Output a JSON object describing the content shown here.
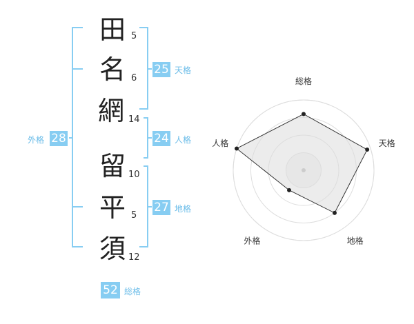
{
  "colors": {
    "bracket": "#87cdf2",
    "badge": "#87cdf2",
    "label": "#6cbde9",
    "radar_fill": "#eeeeee",
    "radar_line": "#333333"
  },
  "name": {
    "chars": [
      {
        "char": "田",
        "strokes": "5"
      },
      {
        "char": "名",
        "strokes": "6"
      },
      {
        "char": "網",
        "strokes": "14"
      },
      {
        "char": "留",
        "strokes": "10"
      },
      {
        "char": "平",
        "strokes": "5"
      },
      {
        "char": "須",
        "strokes": "12"
      }
    ]
  },
  "kaku": {
    "tenkaku": {
      "value": "25",
      "label": "天格"
    },
    "jinkaku": {
      "value": "24",
      "label": "人格"
    },
    "chikaku": {
      "value": "27",
      "label": "地格"
    },
    "gaikaku": {
      "value": "28",
      "label": "外格"
    },
    "soukaku": {
      "value": "52",
      "label": "総格"
    }
  },
  "chart_data": {
    "type": "radar",
    "axes": [
      "総格",
      "天格",
      "地格",
      "外格",
      "人格"
    ],
    "values": [
      0.8,
      0.95,
      0.75,
      0.35,
      1.0
    ],
    "max": 1.0,
    "rings": 4
  }
}
